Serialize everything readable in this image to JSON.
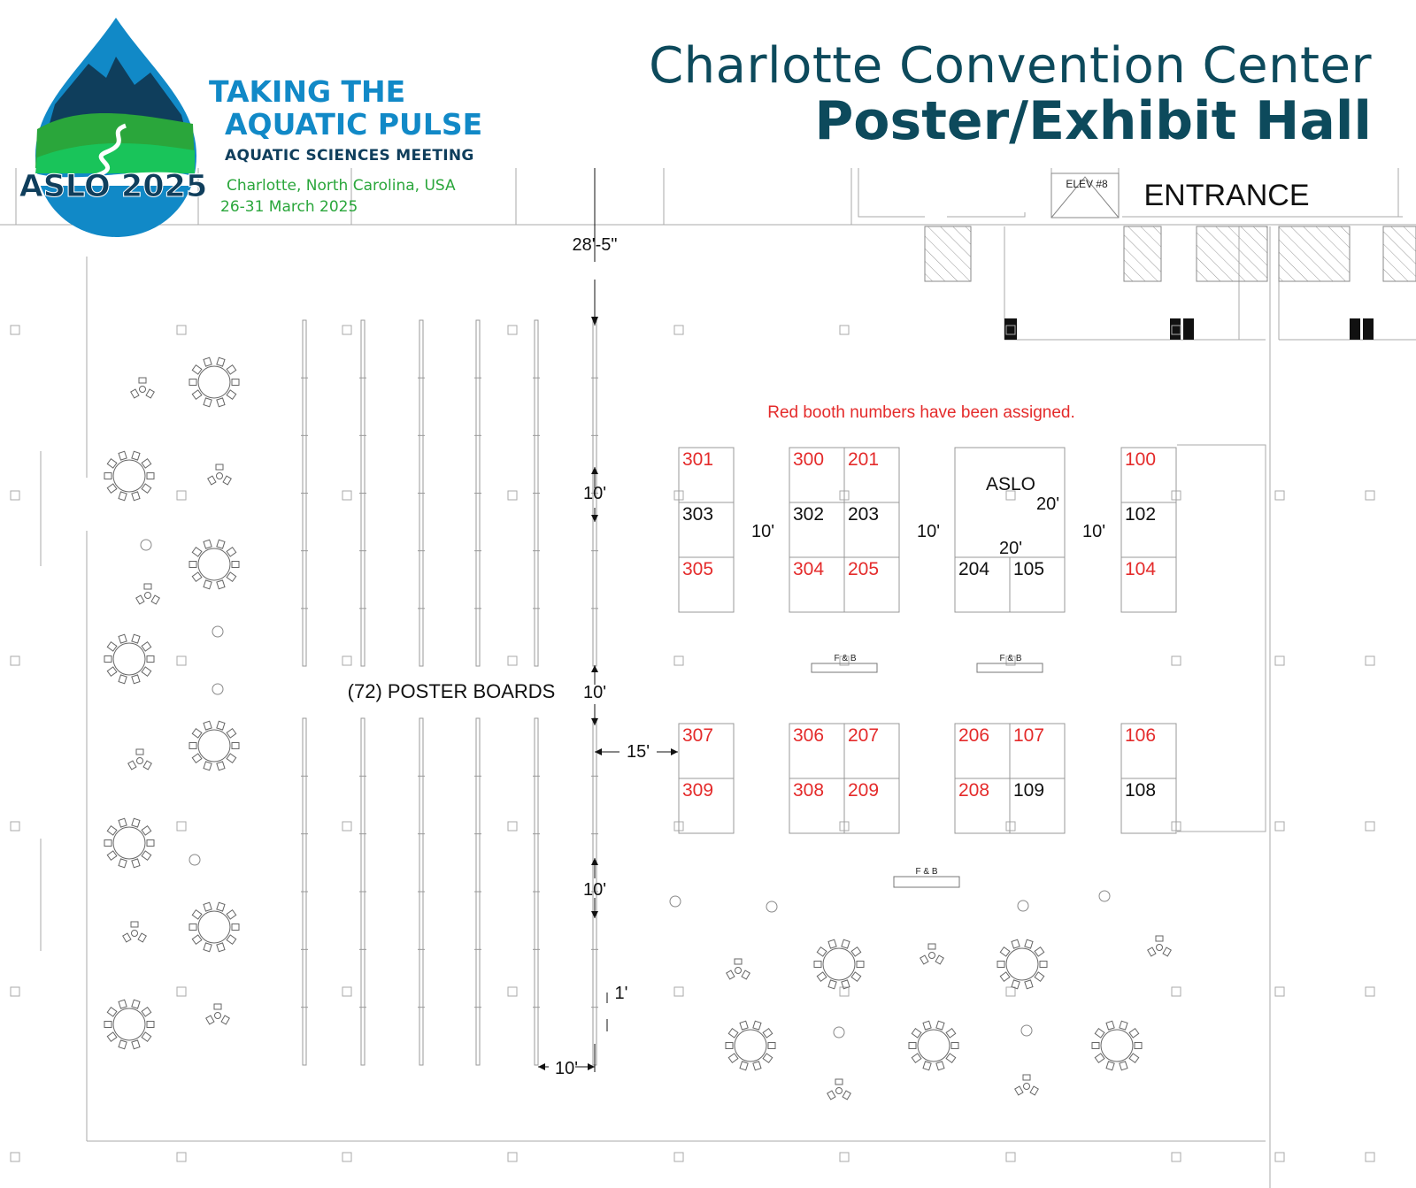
{
  "header": {
    "venue": "Charlotte Convention Center",
    "hall": "Poster/Exhibit Hall"
  },
  "logo": {
    "badge": "ASLO 2025",
    "line1": "TAKING THE",
    "line2": "AQUATIC PULSE",
    "line3": "AQUATIC SCIENCES MEETING",
    "location": "Charlotte, North Carolina, USA",
    "dates": "26-31 March 2025"
  },
  "map": {
    "entrance": "ENTRANCE",
    "elevator": "ELEV #8",
    "note": "Red booth numbers have been assigned.",
    "poster_boards": "(72) POSTER BOARDS",
    "aslo_booth": "ASLO",
    "fb": "F & B",
    "booths": [
      {
        "n": "301",
        "assigned": true
      },
      {
        "n": "303",
        "assigned": false
      },
      {
        "n": "305",
        "assigned": true
      },
      {
        "n": "300",
        "assigned": true
      },
      {
        "n": "201",
        "assigned": true
      },
      {
        "n": "302",
        "assigned": false
      },
      {
        "n": "203",
        "assigned": false
      },
      {
        "n": "304",
        "assigned": true
      },
      {
        "n": "205",
        "assigned": true
      },
      {
        "n": "204",
        "assigned": false
      },
      {
        "n": "105",
        "assigned": false
      },
      {
        "n": "100",
        "assigned": true
      },
      {
        "n": "102",
        "assigned": false
      },
      {
        "n": "104",
        "assigned": true
      },
      {
        "n": "307",
        "assigned": true
      },
      {
        "n": "309",
        "assigned": true
      },
      {
        "n": "306",
        "assigned": true
      },
      {
        "n": "207",
        "assigned": true
      },
      {
        "n": "308",
        "assigned": true
      },
      {
        "n": "209",
        "assigned": true
      },
      {
        "n": "206",
        "assigned": true
      },
      {
        "n": "107",
        "assigned": true
      },
      {
        "n": "208",
        "assigned": true
      },
      {
        "n": "109",
        "assigned": false
      },
      {
        "n": "106",
        "assigned": true
      },
      {
        "n": "108",
        "assigned": false
      }
    ],
    "dimensions": {
      "top": "28'-5\"",
      "v1": "10'",
      "v2": "10'",
      "v3": "10'",
      "aisle_a": "10'",
      "aisle_b": "10'",
      "aisle_c": "10'",
      "aslo_w": "20'",
      "aslo_h": "20'",
      "gap": "15'",
      "board": "1'",
      "row": "10'"
    }
  },
  "colors": {
    "navy": "#0d4a5c",
    "assigned": "#e42b2b",
    "line": "#9a9a9a",
    "logo_blue": "#1189c7",
    "logo_green": "#2aa63b",
    "logo_dark": "#0f3e5c"
  }
}
